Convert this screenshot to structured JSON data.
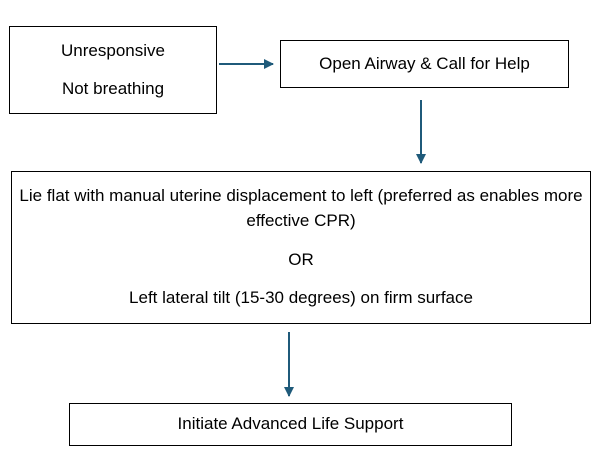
{
  "colors": {
    "arrow": "#1f5a7a",
    "border": "#000000",
    "text": "#000000"
  },
  "nodes": {
    "unresponsive": {
      "line1": "Unresponsive",
      "line2": "Not breathing"
    },
    "airway": {
      "text": "Open Airway & Call for Help"
    },
    "positioning": {
      "option1": "Lie flat with manual uterine displacement to left (preferred as enables more effective CPR)",
      "separator": "OR",
      "option2": "Left lateral tilt (15-30 degrees) on firm surface"
    },
    "als": {
      "text": "Initiate Advanced Life Support"
    }
  },
  "edges": [
    {
      "from": "unresponsive",
      "to": "airway"
    },
    {
      "from": "airway",
      "to": "positioning"
    },
    {
      "from": "positioning",
      "to": "als"
    }
  ]
}
